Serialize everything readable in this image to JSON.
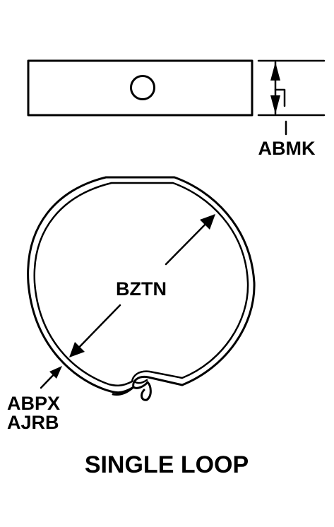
{
  "labels": {
    "thickness": "ABMK",
    "diameter": "BZTN",
    "material_1": "ABPX",
    "material_2": "AJRB",
    "caption": "SINGLE LOOP"
  },
  "colors": {
    "line": "#000000",
    "background": "#ffffff"
  }
}
